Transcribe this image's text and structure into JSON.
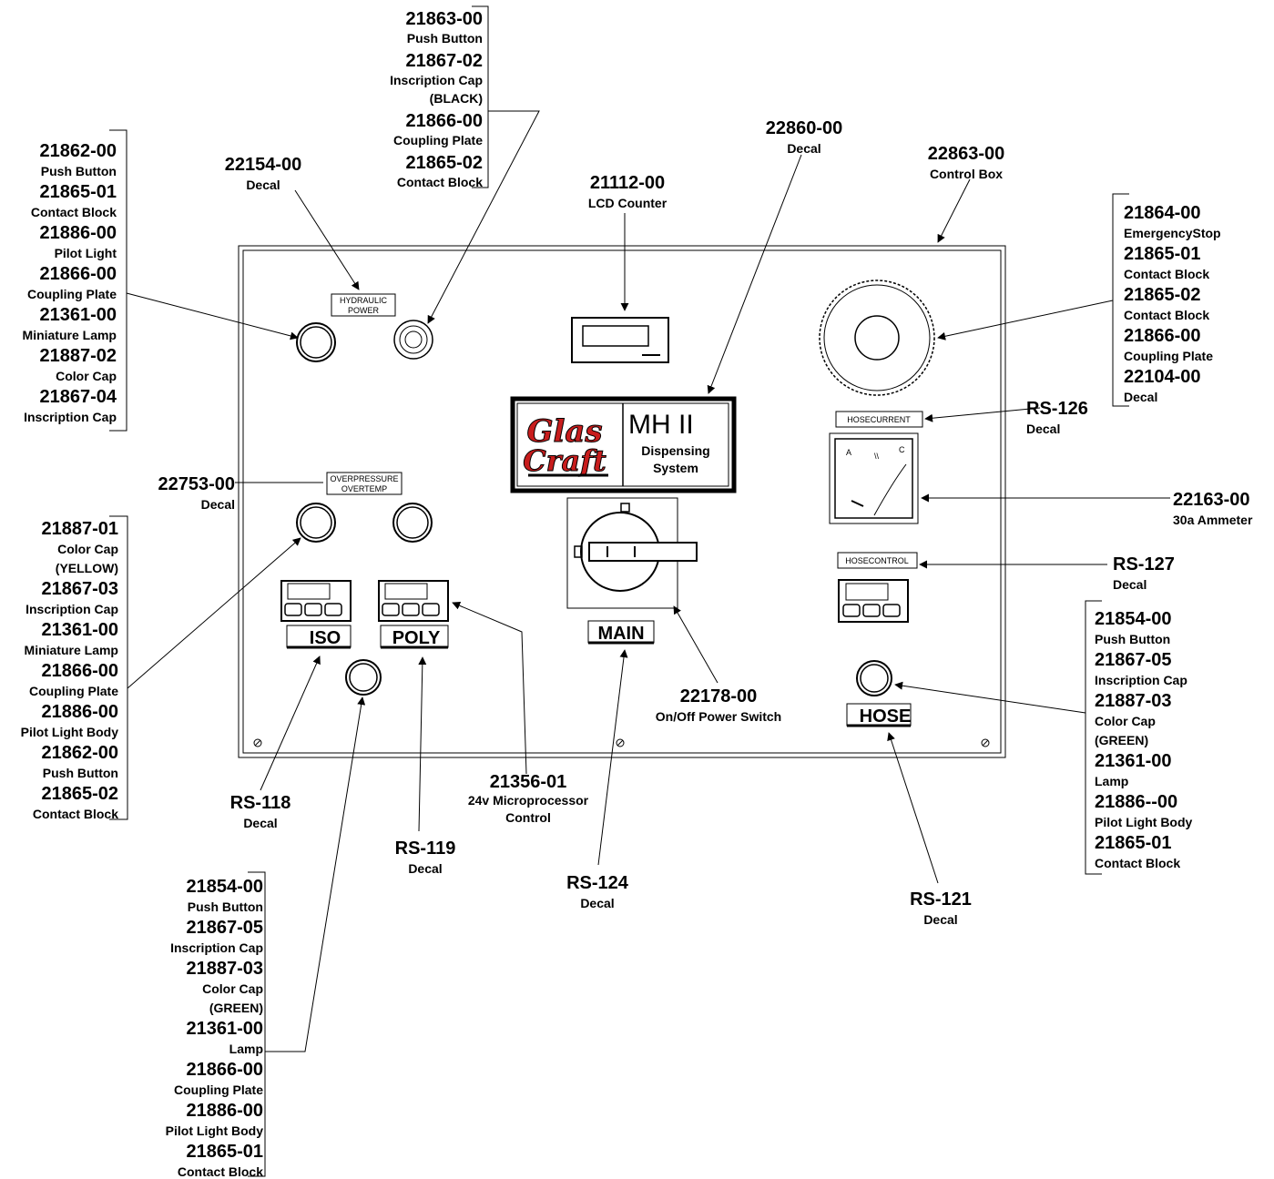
{
  "callouts": {
    "c21863": {
      "lines": [
        "21863-00",
        "Push Button",
        "21867-02",
        "Inscription Cap",
        "(BLACK)",
        "21866-00",
        "Coupling Plate",
        "21865-02",
        "Contact Block"
      ]
    },
    "c21862": {
      "lines": [
        "21862-00",
        "Push Button",
        "21865-01",
        "Contact Block",
        "21886-00",
        "Pilot Light",
        "21866-00",
        "Coupling Plate",
        "21361-00",
        "Miniature Lamp",
        "21887-02",
        "Color Cap",
        "21867-04",
        "Inscription Cap"
      ]
    },
    "c22154": {
      "lines": [
        "22154-00",
        "Decal"
      ]
    },
    "c21112": {
      "lines": [
        "21112-00",
        "LCD Counter"
      ]
    },
    "c22860": {
      "lines": [
        "22860-00",
        "Decal"
      ]
    },
    "c22863": {
      "lines": [
        "22863-00",
        "Control Box"
      ]
    },
    "c21864": {
      "lines": [
        "21864-00",
        "EmergencyStop",
        "21865-01",
        "Contact Block",
        "21865-02",
        "Contact Block",
        "21866-00",
        "Coupling Plate",
        "22104-00",
        "Decal"
      ]
    },
    "cRS126": {
      "lines": [
        "RS-126",
        "Decal"
      ]
    },
    "c22163": {
      "lines": [
        "22163-00",
        "30a Ammeter"
      ]
    },
    "cRS127": {
      "lines": [
        "RS-127",
        "Decal"
      ]
    },
    "c22753": {
      "lines": [
        "22753-00",
        "Decal"
      ]
    },
    "c21887": {
      "lines": [
        "21887-01",
        "Color Cap",
        "(YELLOW)",
        "21867-03",
        "Inscription Cap",
        "21361-00",
        "Miniature Lamp",
        "21866-00",
        "Coupling Plate",
        "21886-00",
        "Pilot Light Body",
        "21862-00",
        "Push Button",
        "21865-02",
        "Contact Block"
      ]
    },
    "c21854r": {
      "lines": [
        "21854-00",
        "Push Button",
        "21867-05",
        "Inscription Cap",
        "21887-03",
        "Color Cap",
        "(GREEN)",
        "21361-00",
        "Lamp",
        "21886--00",
        "Pilot Light Body",
        "21865-01",
        "Contact Block"
      ]
    },
    "c22178": {
      "lines": [
        "22178-00",
        "On/Off Power Switch"
      ]
    },
    "cRS118": {
      "lines": [
        "RS-118",
        "Decal"
      ]
    },
    "c21356": {
      "lines": [
        "21356-01",
        "24v Microprocessor",
        "Control"
      ]
    },
    "cRS119": {
      "lines": [
        "RS-119",
        "Decal"
      ]
    },
    "cRS124": {
      "lines": [
        "RS-124",
        "Decal"
      ]
    },
    "cRS121": {
      "lines": [
        "RS-121",
        "Decal"
      ]
    },
    "c21854b": {
      "lines": [
        "21854-00",
        "Push Button",
        "21867-05",
        "Inscription Cap",
        "21887-03",
        "Color Cap",
        "(GREEN)",
        "21361-00",
        "Lamp",
        "21866-00",
        "Coupling Plate",
        "21886-00",
        "Pilot Light Body",
        "21865-01",
        "Contact Block"
      ]
    }
  },
  "panel": {
    "hydraulic_decal": [
      "HYDRAULIC",
      "POWER"
    ],
    "overpressure_decal": [
      "OVERPRESSURE",
      "OVERTEMP"
    ],
    "hose_current_decal": "HOSECURRENT",
    "hose_control_decal": "HOSECONTROL",
    "iso_label": "ISO",
    "poly_label": "POLY",
    "main_label": "MAIN",
    "hose_label": "HOSE",
    "logo_line1": "Glas",
    "logo_line2": "Craft",
    "model": "MH II",
    "system_line1": "Dispensing",
    "system_line2": "System",
    "ammeter_marks": [
      "A",
      "\\\\",
      "C"
    ]
  }
}
